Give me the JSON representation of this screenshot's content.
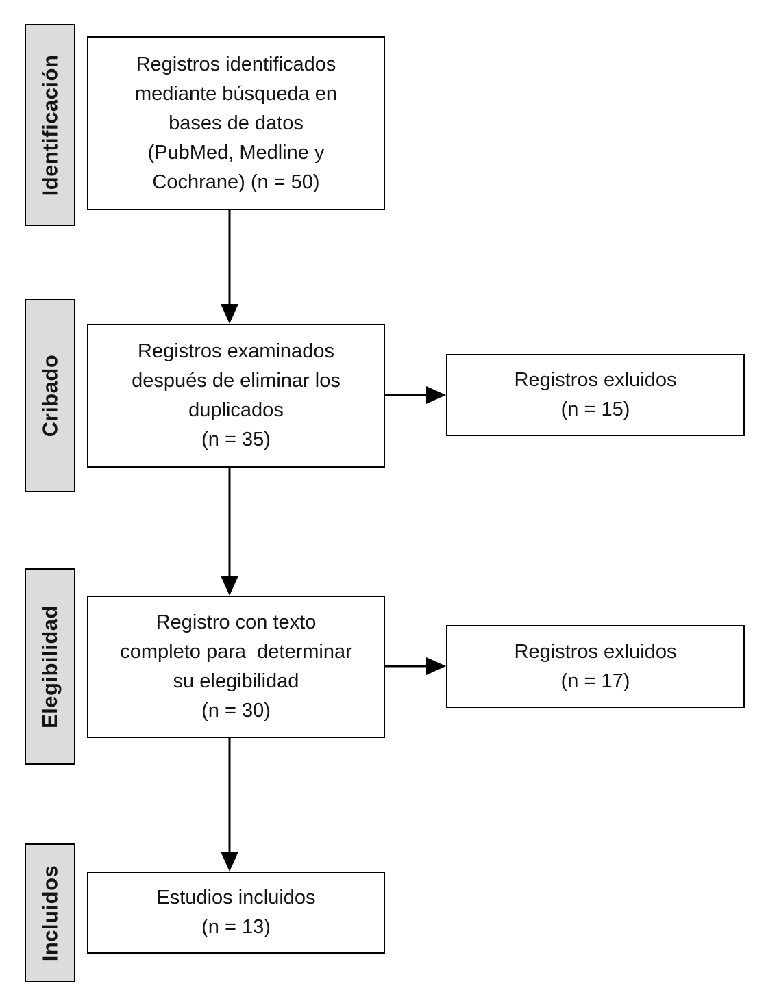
{
  "stages": [
    {
      "label": "Identificación"
    },
    {
      "label": "Cribado"
    },
    {
      "label": "Elegibilidad"
    },
    {
      "label": "Incluidos"
    }
  ],
  "main_boxes": [
    {
      "text": "Registros identificados\nmediante búsqueda en\nbases de datos\n(PubMed, Medline y\nCochrane) (n = 50)",
      "n": 50
    },
    {
      "text": "Registros examinados\ndespués de eliminar los\nduplicados\n(n = 35)",
      "n": 35
    },
    {
      "text": "Registro con texto\ncompleto para  determinar\nsu elegibilidad\n(n = 30)",
      "n": 30
    },
    {
      "text": "Estudios incluidos\n(n = 13)",
      "n": 13
    }
  ],
  "side_boxes": [
    {
      "text": "Registros exluidos\n(n = 15)",
      "n": 15
    },
    {
      "text": "Registros exluidos\n(n = 17)",
      "n": 17
    }
  ],
  "colors": {
    "background": "#ffffff",
    "box_fill": "#ffffff",
    "label_fill": "#dcdcdc",
    "line": "#000000",
    "ink": "#141414"
  }
}
